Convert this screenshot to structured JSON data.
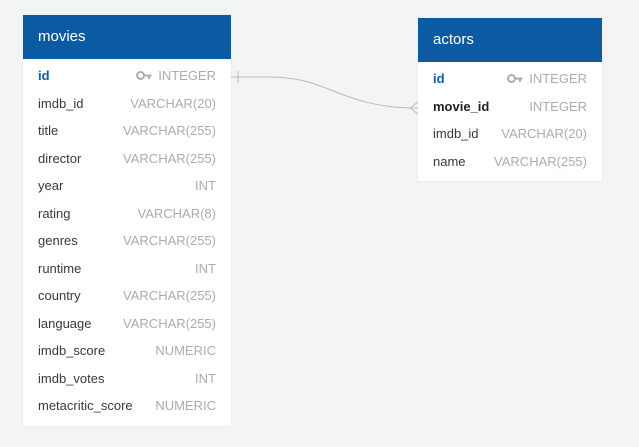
{
  "colors": {
    "header_bg": "#0b5aa2",
    "background": "#f3f5f4",
    "type_text": "#a7adb2",
    "relation_line": "#b8bcbf"
  },
  "tables": {
    "movies": {
      "title": "movies",
      "fields": [
        {
          "name": "id",
          "type": "INTEGER",
          "primary_key": true
        },
        {
          "name": "imdb_id",
          "type": "VARCHAR(20)"
        },
        {
          "name": "title",
          "type": "VARCHAR(255)"
        },
        {
          "name": "director",
          "type": "VARCHAR(255)"
        },
        {
          "name": "year",
          "type": "INT"
        },
        {
          "name": "rating",
          "type": "VARCHAR(8)"
        },
        {
          "name": "genres",
          "type": "VARCHAR(255)"
        },
        {
          "name": "runtime",
          "type": "INT"
        },
        {
          "name": "country",
          "type": "VARCHAR(255)"
        },
        {
          "name": "language",
          "type": "VARCHAR(255)"
        },
        {
          "name": "imdb_score",
          "type": "NUMERIC"
        },
        {
          "name": "imdb_votes",
          "type": "INT"
        },
        {
          "name": "metacritic_score",
          "type": "NUMERIC"
        }
      ]
    },
    "actors": {
      "title": "actors",
      "fields": [
        {
          "name": "id",
          "type": "INTEGER",
          "primary_key": true
        },
        {
          "name": "movie_id",
          "type": "INTEGER",
          "foreign_key": true
        },
        {
          "name": "imdb_id",
          "type": "VARCHAR(20)"
        },
        {
          "name": "name",
          "type": "VARCHAR(255)"
        }
      ]
    }
  },
  "relations": [
    {
      "from": "movies.id",
      "to": "actors.movie_id",
      "from_end": "one",
      "to_end": "many"
    }
  ]
}
